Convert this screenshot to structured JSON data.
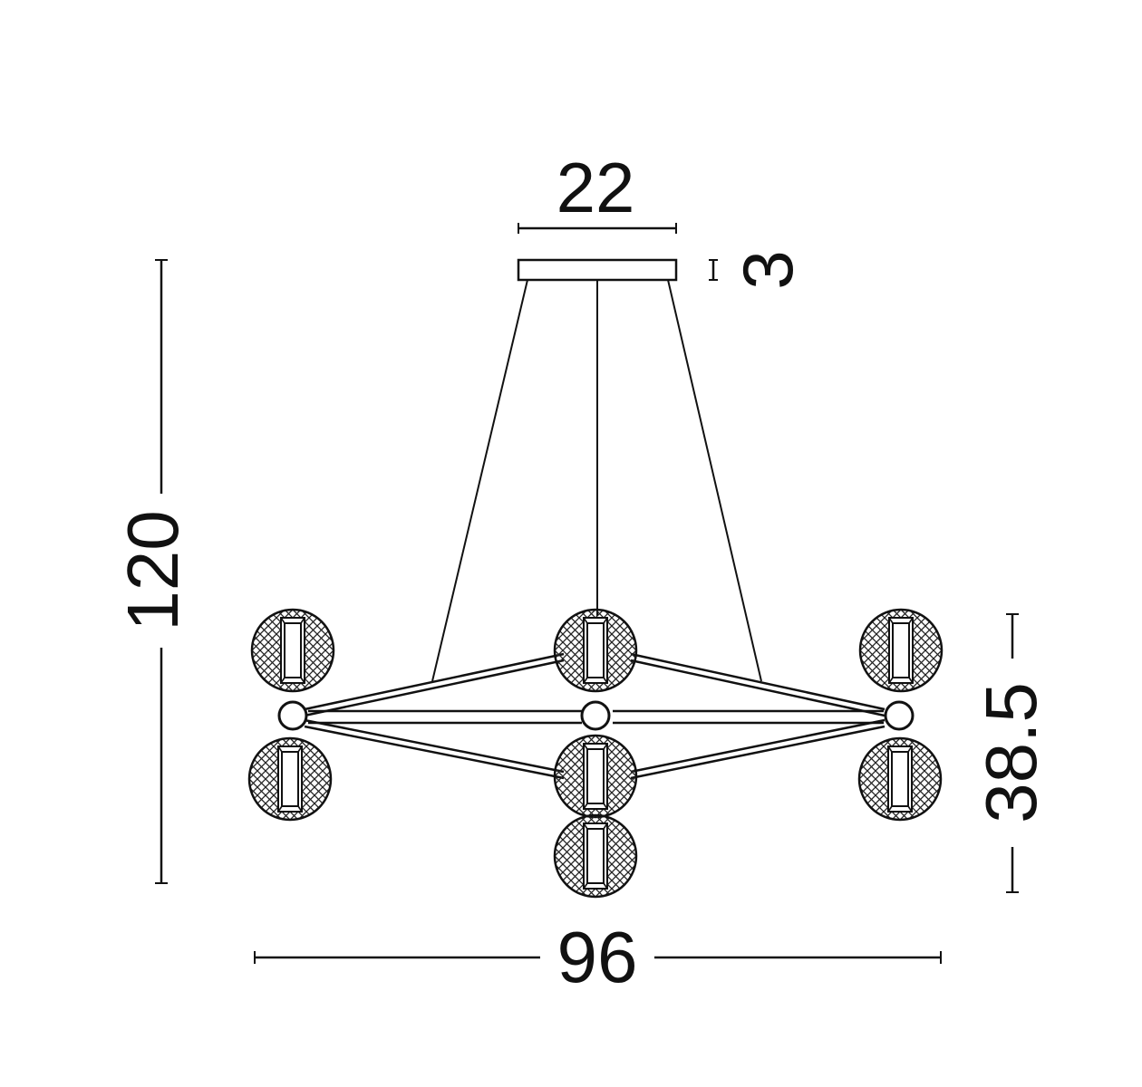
{
  "dimensions": {
    "canopy_width": "22",
    "canopy_height": "3",
    "total_height": "120",
    "fixture_height": "38.5",
    "total_width": "96"
  },
  "colors": {
    "line": "#111111",
    "mesh": "#222222"
  }
}
